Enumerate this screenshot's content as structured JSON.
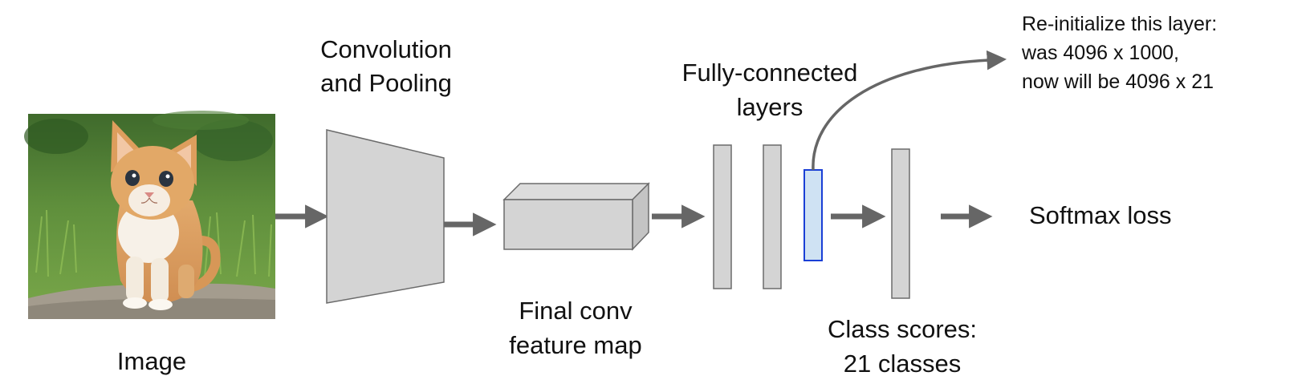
{
  "labels": {
    "image": "Image",
    "conv_pool": [
      "Convolution",
      "and Pooling"
    ],
    "feature_map": [
      "Final conv",
      "feature map"
    ],
    "fc_layers": [
      "Fully-connected",
      "layers"
    ],
    "class_scores": [
      "Class scores:",
      "21 classes"
    ],
    "softmax": "Softmax loss",
    "reinit_note": [
      "Re-initialize this layer:",
      "was 4096 x 1000,",
      "now will be 4096 x 21"
    ]
  },
  "colors": {
    "block_fill": "#d4d4d4",
    "block_stroke": "#6b6b6b",
    "arrow": "#666666",
    "highlight_fill": "#cfe2f3",
    "highlight_stroke": "#1a3fd6"
  },
  "icons": {
    "input_image": "kitten-photo"
  }
}
